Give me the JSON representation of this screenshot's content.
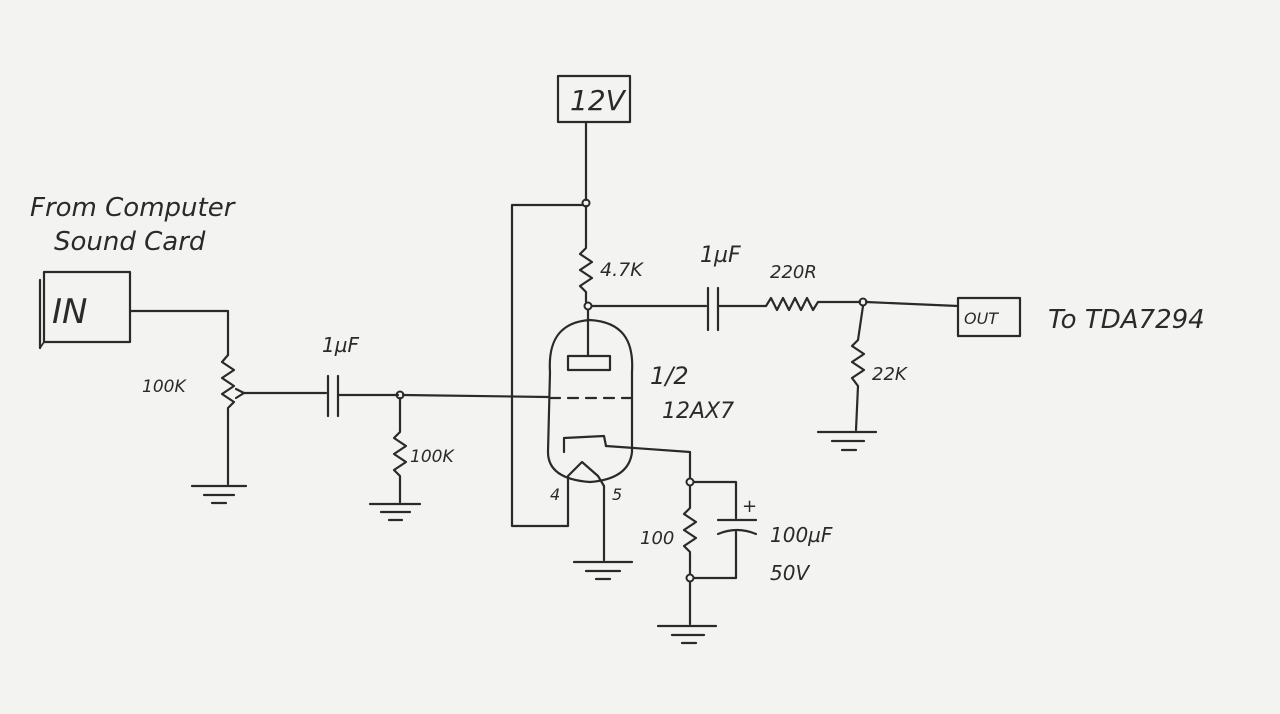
{
  "note": {
    "line1": "From Computer",
    "line2": "Sound Card"
  },
  "input_box": {
    "label": "IN"
  },
  "supply": {
    "label": "12V"
  },
  "output_box": {
    "label": "OUT"
  },
  "destination": "To TDA7294",
  "components": {
    "pot": "100K",
    "input_cap": "1µF",
    "grid_resistor": "100K",
    "plate_resistor": "4.7K",
    "output_cap": "1µF",
    "series_resistor": "220R",
    "load_resistor": "22K",
    "cathode_resistor": "100",
    "cathode_cap_value": "100µF",
    "cathode_cap_voltage": "50V",
    "cathode_cap_polarity": "+"
  },
  "tube": {
    "section": "1/2",
    "type": "12AX7",
    "pin_a": "4",
    "pin_b": "5"
  }
}
